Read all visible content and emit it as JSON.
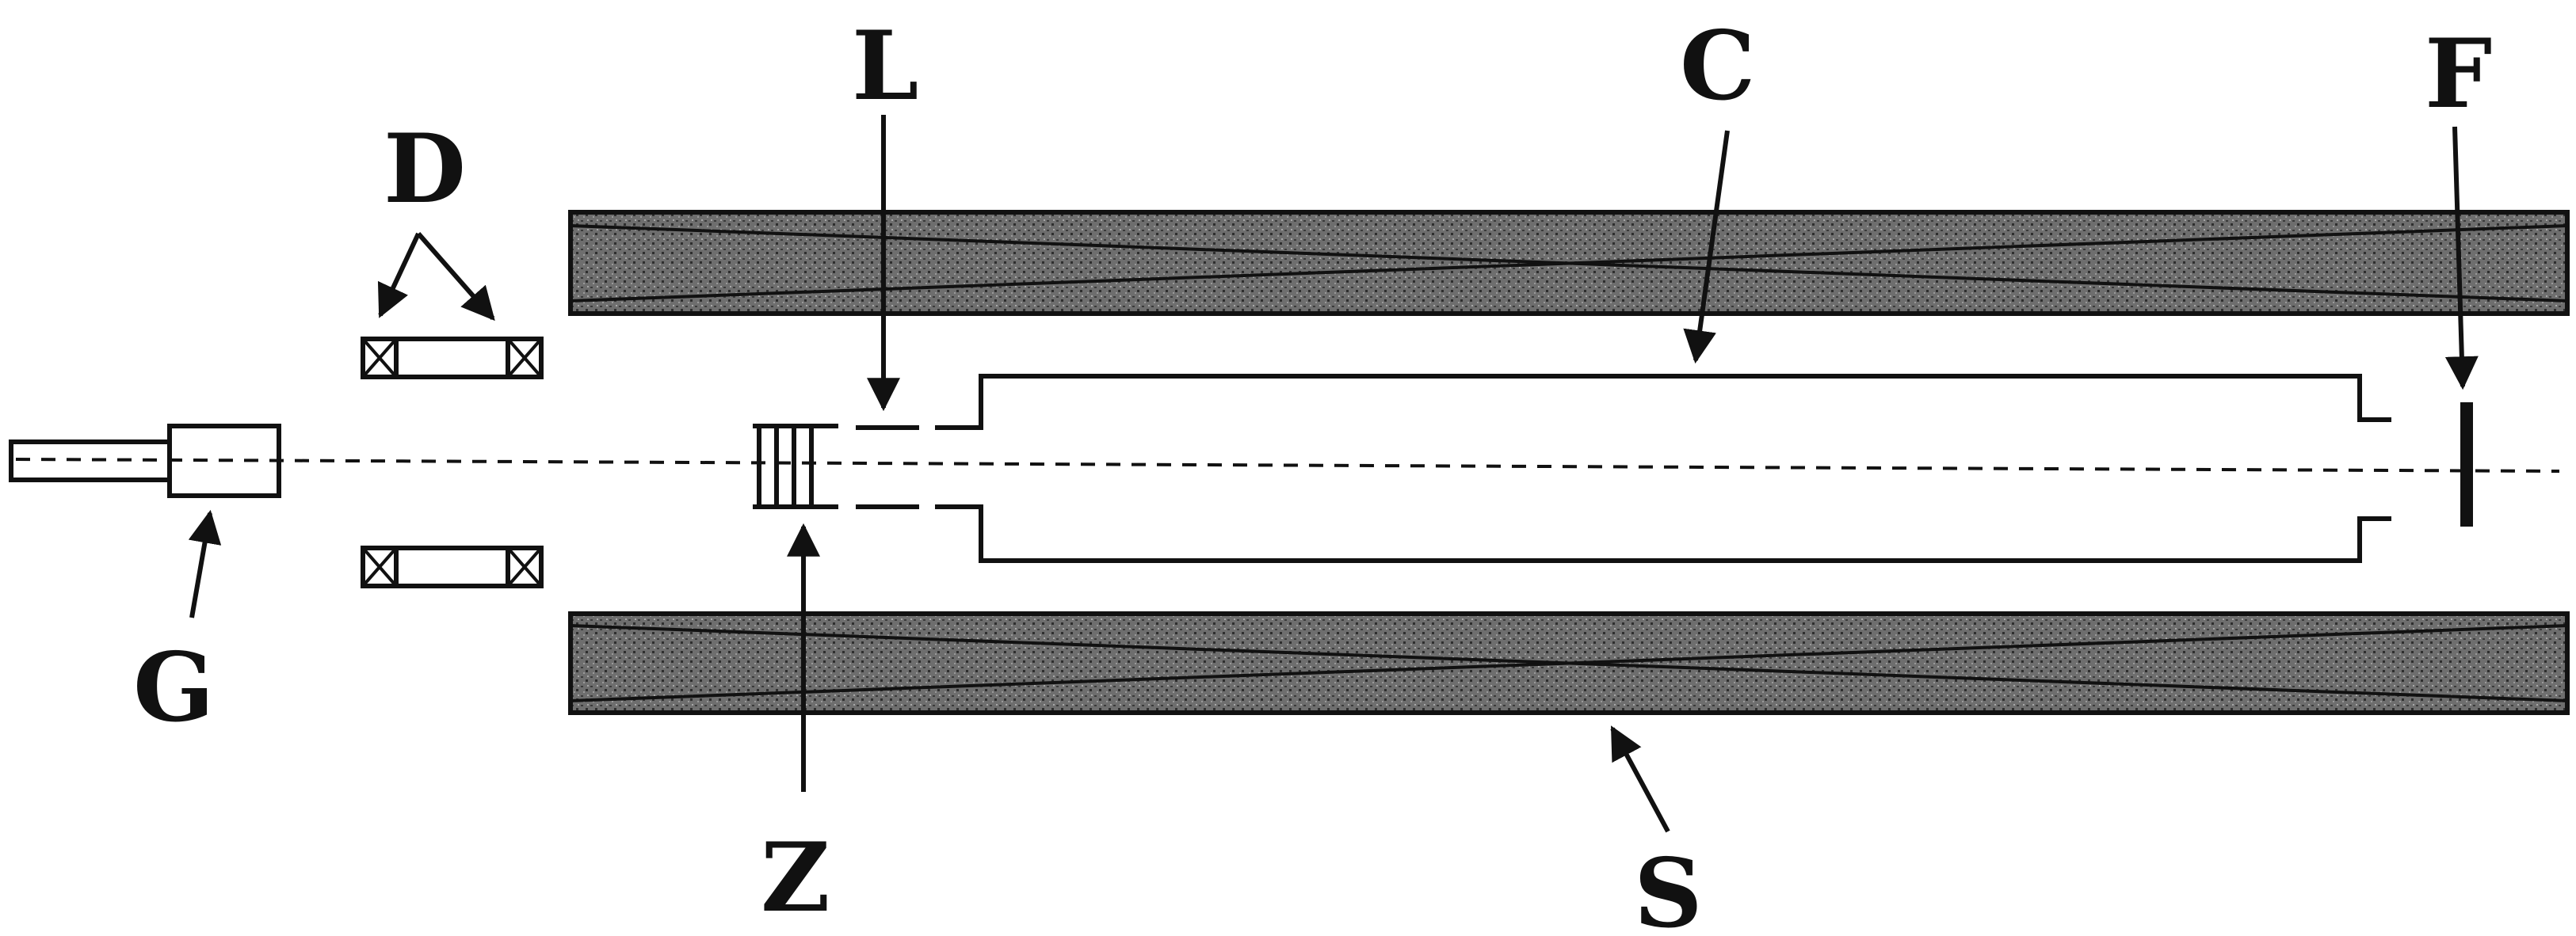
{
  "labels": {
    "d": "D",
    "l": "L",
    "c": "C",
    "f": "F",
    "g": "G",
    "z": "Z",
    "s": "S"
  },
  "colors": {
    "ink": "#111111",
    "coil_fill": "#5a5a5a",
    "background": "#ffffff"
  }
}
